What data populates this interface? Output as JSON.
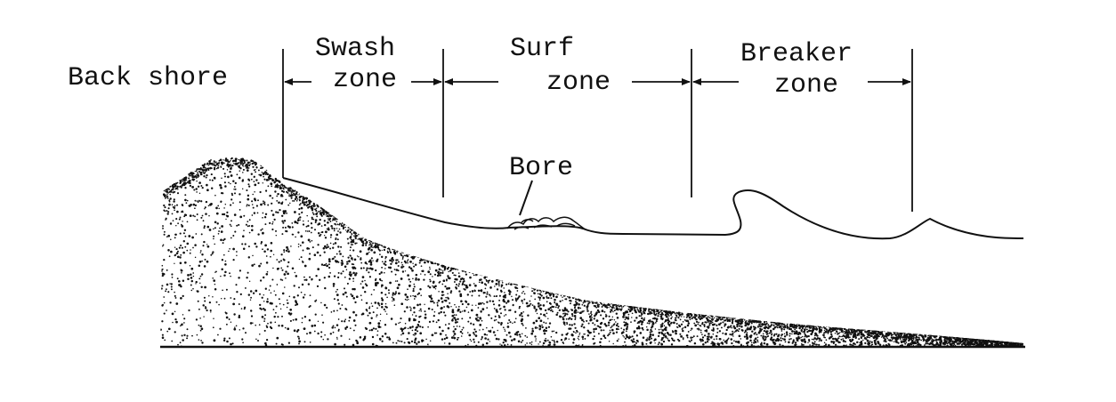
{
  "labels": {
    "back_shore": "Back shore",
    "swash_line1": "Swash",
    "swash_line2": "zone",
    "surf_line1": "Surf",
    "surf_line2": "zone",
    "breaker_line1": "Breaker",
    "breaker_line2": "zone",
    "bore": "Bore"
  },
  "colors": {
    "ink": "#111111",
    "background": "#ffffff"
  }
}
